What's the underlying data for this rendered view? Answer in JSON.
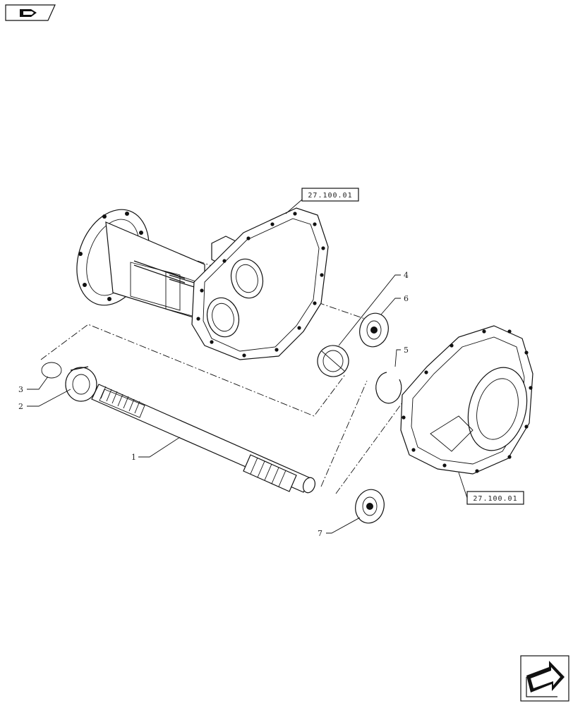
{
  "nav": {
    "back_icon": "hand-pointing-back-icon",
    "forward_icon": "arrow-forward-icon"
  },
  "references": {
    "housing_top": "27.100.01",
    "housing_right": "27.100.01"
  },
  "callouts": [
    {
      "id": "1",
      "label": "1",
      "part": "shaft"
    },
    {
      "id": "2",
      "label": "2",
      "part": "bearing"
    },
    {
      "id": "3",
      "label": "3",
      "part": "snap-ring"
    },
    {
      "id": "4",
      "label": "4",
      "part": "seal"
    },
    {
      "id": "5",
      "label": "5",
      "part": "snap-ring"
    },
    {
      "id": "6",
      "label": "6",
      "part": "bearing"
    },
    {
      "id": "7",
      "label": "7",
      "part": "bearing"
    }
  ]
}
